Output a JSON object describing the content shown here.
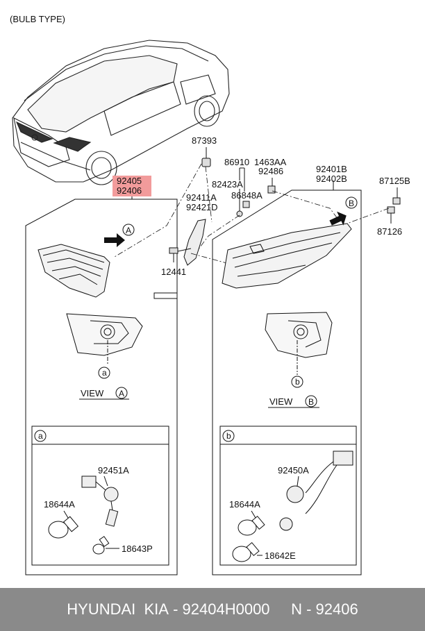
{
  "header": {
    "bulb_type": "(BULB TYPE)"
  },
  "parts": {
    "p87393": "87393",
    "p92405": "92405",
    "p92406": "92406",
    "p86910": "86910",
    "p1463AA": "1463AA",
    "p82423A": "82423A",
    "p92486": "92486",
    "p86848A": "86848A",
    "p92401B": "92401B",
    "p92402B": "92402B",
    "p87125B": "87125B",
    "p87126": "87126",
    "p92411A": "92411A",
    "p92421D": "92421D",
    "p12441": "12441",
    "p92451A": "92451A",
    "p18644A_left": "18644A",
    "p18643P": "18643P",
    "p92450A": "92450A",
    "p18644A_right": "18644A",
    "p18642E": "18642E"
  },
  "callouts": {
    "A": "A",
    "B": "B",
    "a": "a",
    "b": "b"
  },
  "views": {
    "view_label": "VIEW"
  },
  "colors": {
    "highlight": "#f29b9b",
    "footer_bg": "#8a8a8a",
    "line": "#111111"
  },
  "footer": {
    "brand": "HYUNDAI  KIA",
    "part_number": "- 92404H0000",
    "ref": "N - 92406"
  }
}
